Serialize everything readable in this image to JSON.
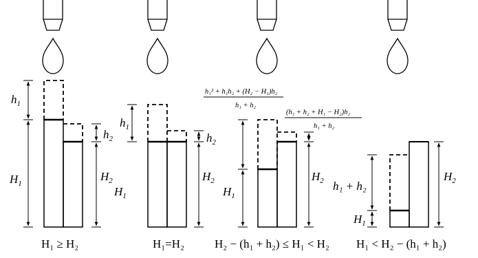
{
  "panels": [
    {
      "caption": "H₁ ≥ H₂",
      "labels": {
        "h1": "h",
        "h1_sub": "1",
        "h2": "h",
        "h2_sub": "2",
        "H1": "H",
        "H1_sub": "1",
        "H2": "H",
        "H2_sub": "2"
      }
    },
    {
      "caption": "H₁=H₂",
      "labels": {
        "h1": "h",
        "h1_sub": "1",
        "h2": "h",
        "h2_sub": "2",
        "H1": "H",
        "H1_sub": "1",
        "H2": "H",
        "H2_sub": "2"
      }
    },
    {
      "caption": "H₂ − (h₁ + h₂) ≤ H₁ < H₂",
      "formula_top_num": "h₁² + h₁h₂ + (H₂ − H₁)h₂",
      "formula_top_den": "h₁ + h₂",
      "formula_mid_num": "(h₁ + h₂ + H₁ − H₂)h₂",
      "formula_mid_den": "h₁ + h₂",
      "labels": {
        "H1": "H",
        "H1_sub": "1",
        "H2": "H",
        "H2_sub": "2"
      }
    },
    {
      "caption": "H₁ < H₂ − (h₁ + h₂)",
      "labels": {
        "h1h2": "h₁ + h₂",
        "H1": "H",
        "H1_sub": "1",
        "H2": "H",
        "H2_sub": "2"
      }
    }
  ]
}
